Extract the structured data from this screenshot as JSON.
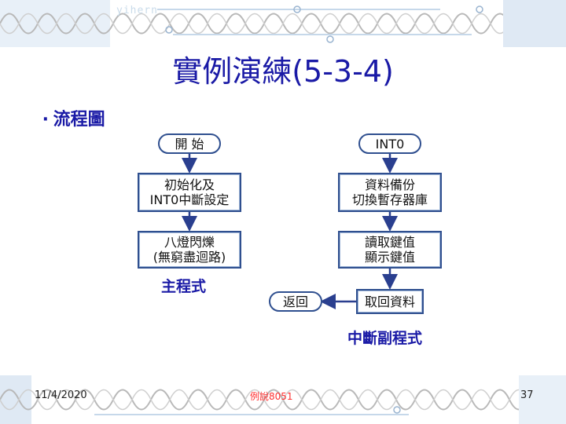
{
  "header": {
    "watermark": "yihern"
  },
  "title": "實例演練(5-3-4)",
  "bullet": {
    "symbol": "‧",
    "text": "流程圖"
  },
  "main_flow": {
    "start": "開 始",
    "init_line1": "初始化及",
    "init_line2": "INT0中斷設定",
    "loop_line1": "八燈閃爍",
    "loop_line2": "(無窮盡迴路)",
    "caption": "主程式"
  },
  "isr_flow": {
    "start": "INT0",
    "backup_line1": "資料備份",
    "backup_line2": "切換暫存器庫",
    "read_line1": "讀取鍵值",
    "read_line2": "顯示鍵值",
    "restore": "取回資料",
    "return": "返回",
    "caption": "中斷副程式"
  },
  "footer": {
    "date": "11/4/2020",
    "center": "例說8051",
    "page": "37"
  },
  "colors": {
    "title": "#1a1aa6",
    "box_border": "#2f4f8f",
    "arrow": "#2a3f8f",
    "footer_center": "#ff3030"
  }
}
